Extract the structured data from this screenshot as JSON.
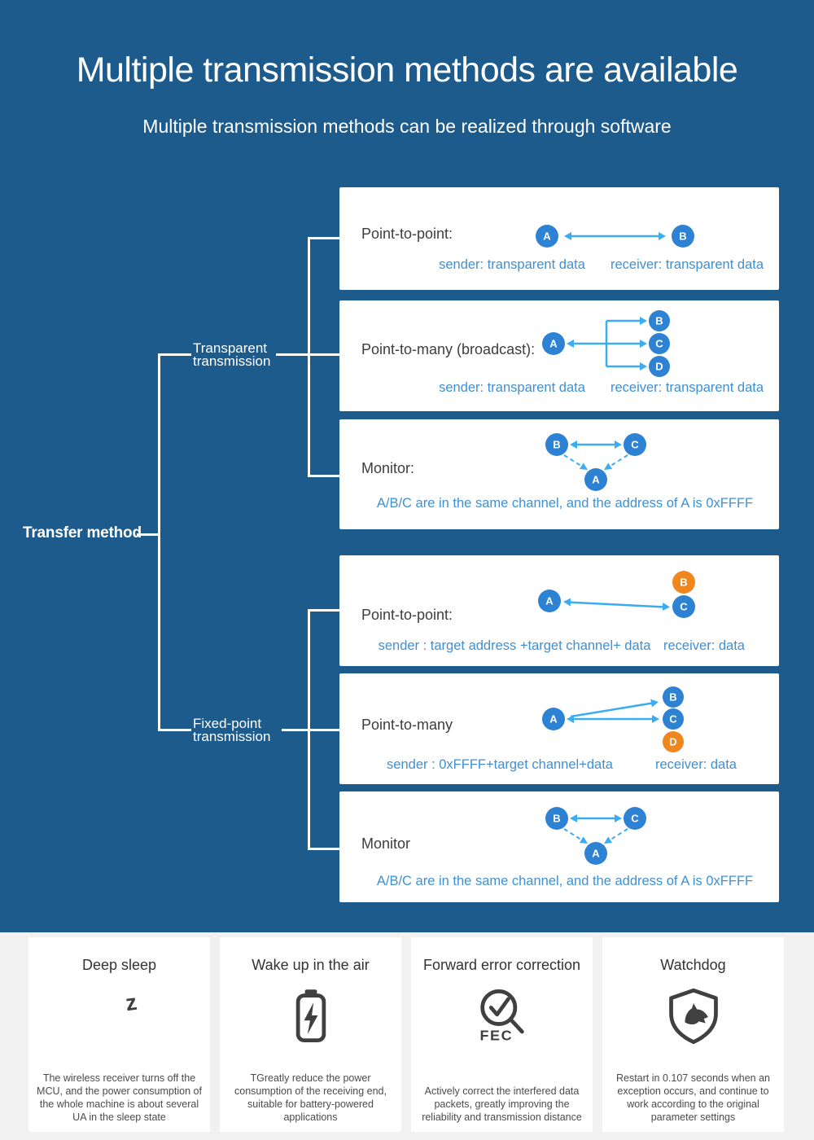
{
  "header": {
    "title": "Multiple transmission methods are available",
    "subtitle": "Multiple transmission methods can be realized through software"
  },
  "tree": {
    "root_label": "Transfer method",
    "branches": [
      {
        "line1": "Transparent",
        "line2": "transmission"
      },
      {
        "line1": "Fixed-point",
        "line2": "transmission"
      }
    ]
  },
  "boxes": [
    {
      "label": "Point-to-point:",
      "caption_left": "sender: transparent data",
      "caption_right": "receiver: transparent data",
      "nodes": [
        {
          "letter": "A",
          "color": "#2e82d4"
        },
        {
          "letter": "B",
          "color": "#2e82d4"
        }
      ]
    },
    {
      "label": "Point-to-many (broadcast):",
      "caption_left": "sender: transparent data",
      "caption_right": "receiver: transparent data",
      "nodes": [
        {
          "letter": "A",
          "color": "#2e82d4"
        },
        {
          "letter": "B",
          "color": "#2e82d4"
        },
        {
          "letter": "C",
          "color": "#2e82d4"
        },
        {
          "letter": "D",
          "color": "#2e82d4"
        }
      ]
    },
    {
      "label": "Monitor:",
      "caption_center": "A/B/C are in the same channel, and the address of A is 0xFFFF",
      "nodes": [
        {
          "letter": "B",
          "color": "#2e82d4"
        },
        {
          "letter": "C",
          "color": "#2e82d4"
        },
        {
          "letter": "A",
          "color": "#2e82d4"
        }
      ]
    },
    {
      "label": "Point-to-point:",
      "caption_left": "sender : target address +target channel+ data",
      "caption_right": "receiver: data",
      "nodes": [
        {
          "letter": "A",
          "color": "#2e82d4"
        },
        {
          "letter": "B",
          "color": "#f0861e"
        },
        {
          "letter": "C",
          "color": "#2e82d4"
        }
      ]
    },
    {
      "label": "Point-to-many",
      "caption_left": "sender : 0xFFFF+target channel+data",
      "caption_right": "receiver: data",
      "nodes": [
        {
          "letter": "A",
          "color": "#2e82d4"
        },
        {
          "letter": "B",
          "color": "#2e82d4"
        },
        {
          "letter": "C",
          "color": "#2e82d4"
        },
        {
          "letter": "D",
          "color": "#f0861e"
        }
      ]
    },
    {
      "label": "Monitor",
      "caption_center": "A/B/C are in the same channel, and the address of A is 0xFFFF",
      "nodes": [
        {
          "letter": "B",
          "color": "#2e82d4"
        },
        {
          "letter": "C",
          "color": "#2e82d4"
        },
        {
          "letter": "A",
          "color": "#2e82d4"
        }
      ]
    }
  ],
  "cards": [
    {
      "title": "Deep sleep",
      "icon": "moon-sleep-icon",
      "description": "The wireless receiver turns off the MCU, and the power consumption of the whole machine is about several UA in the sleep state"
    },
    {
      "title": "Wake up in the air",
      "icon": "battery-bolt-icon",
      "description": "TGreatly reduce the power consumption of the receiving end, suitable for battery-powered applications"
    },
    {
      "title": "Forward error correction",
      "icon": "magnifier-check-icon",
      "icon_label": "FEC",
      "description": "Actively correct the interfered data packets, greatly improving the reliability and transmission distance"
    },
    {
      "title": "Watchdog",
      "icon": "shield-dog-icon",
      "description": "Restart in 0.107 seconds when an exception occurs, and continue to work according to the original parameter settings"
    }
  ],
  "colors": {
    "background_blue": "#1e5b8d",
    "band_gray": "#f1f1f2",
    "panel_white": "#ffffff",
    "node_blue": "#2e82d4",
    "node_orange": "#f0861e",
    "arrow": "#3aacf2",
    "caption_text": "#3f90d2",
    "icon_gray": "#404040"
  }
}
